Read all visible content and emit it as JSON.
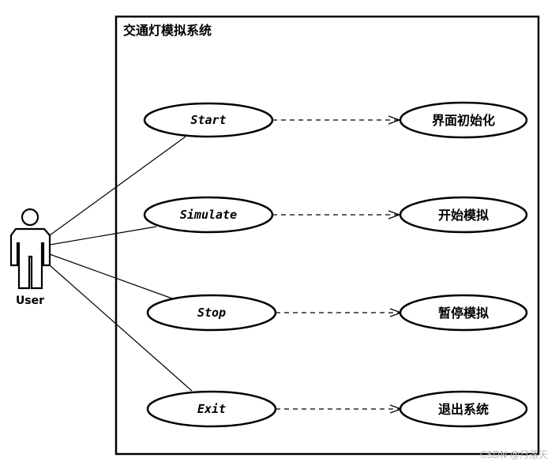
{
  "system": {
    "title": "交通灯模拟系统"
  },
  "actor": {
    "name": "User"
  },
  "use_cases": [
    {
      "label": "Start",
      "target": "界面初始化"
    },
    {
      "label": "Simulate",
      "target": "开始模拟"
    },
    {
      "label": "Stop",
      "target": "暂停模拟"
    },
    {
      "label": "Exit",
      "target": "退出系统"
    }
  ],
  "watermark": "CSDN @月落天"
}
